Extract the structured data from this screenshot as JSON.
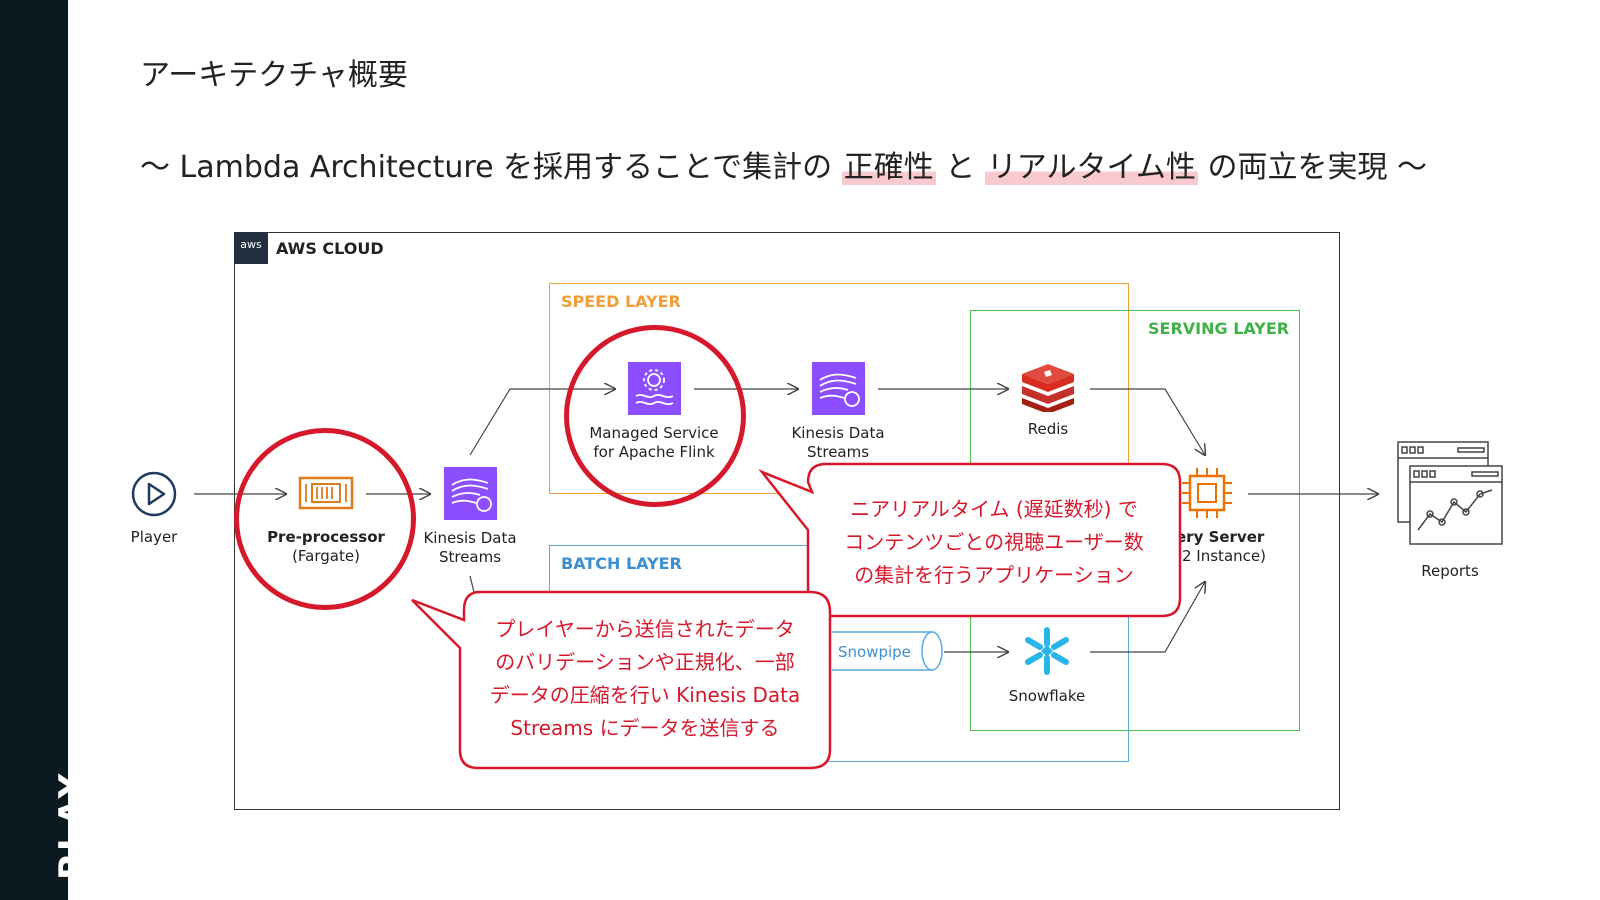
{
  "brand": "PLAY",
  "title": "アーキテクチャ概要",
  "subtitle": {
    "prefix": "〜 Lambda Architecture を採用することで集計の",
    "hl1": "正確性",
    "mid": "と",
    "hl2": "リアルタイム性",
    "suffix": "の両立を実現 〜"
  },
  "diagram": {
    "aws_tag": "aws",
    "cloud_label": "AWS CLOUD",
    "layers": {
      "speed": "SPEED LAYER",
      "batch": "BATCH LAYER",
      "serving": "SERVING LAYER"
    },
    "nodes": {
      "player": "Player",
      "preprocessor_name": "Pre-processor",
      "preprocessor_sub": "(Fargate)",
      "kinesis1_l1": "Kinesis Data",
      "kinesis1_l2": "Streams",
      "flink_l1": "Managed Service",
      "flink_l2": "for Apache Flink",
      "kinesis2_l1": "Kinesis Data",
      "kinesis2_l2": "Streams",
      "redis": "Redis",
      "query_l1": "ery Server",
      "query_l2": "2 Instance)",
      "snowpipe": "Snowpipe",
      "snowflake": "Snowflake",
      "reports": "Reports"
    },
    "colors": {
      "kinesis": "#8c4fff",
      "fargate": "#e07a1f",
      "redis": "#d82c20",
      "snowflake": "#29b5e8",
      "ec2": "#ed7100",
      "callout": "#d6182b"
    }
  },
  "callouts": {
    "flink": [
      "ニアリアルタイム (遅延数秒) で",
      "コンテンツごとの視聴ユーザー数",
      "の集計を行うアプリケーション"
    ],
    "preprocessor": [
      "プレイヤーから送信されたデータ",
      "のバリデーションや正規化、一部",
      "データの圧縮を行い Kinesis Data",
      "Streams にデータを送信する"
    ]
  }
}
